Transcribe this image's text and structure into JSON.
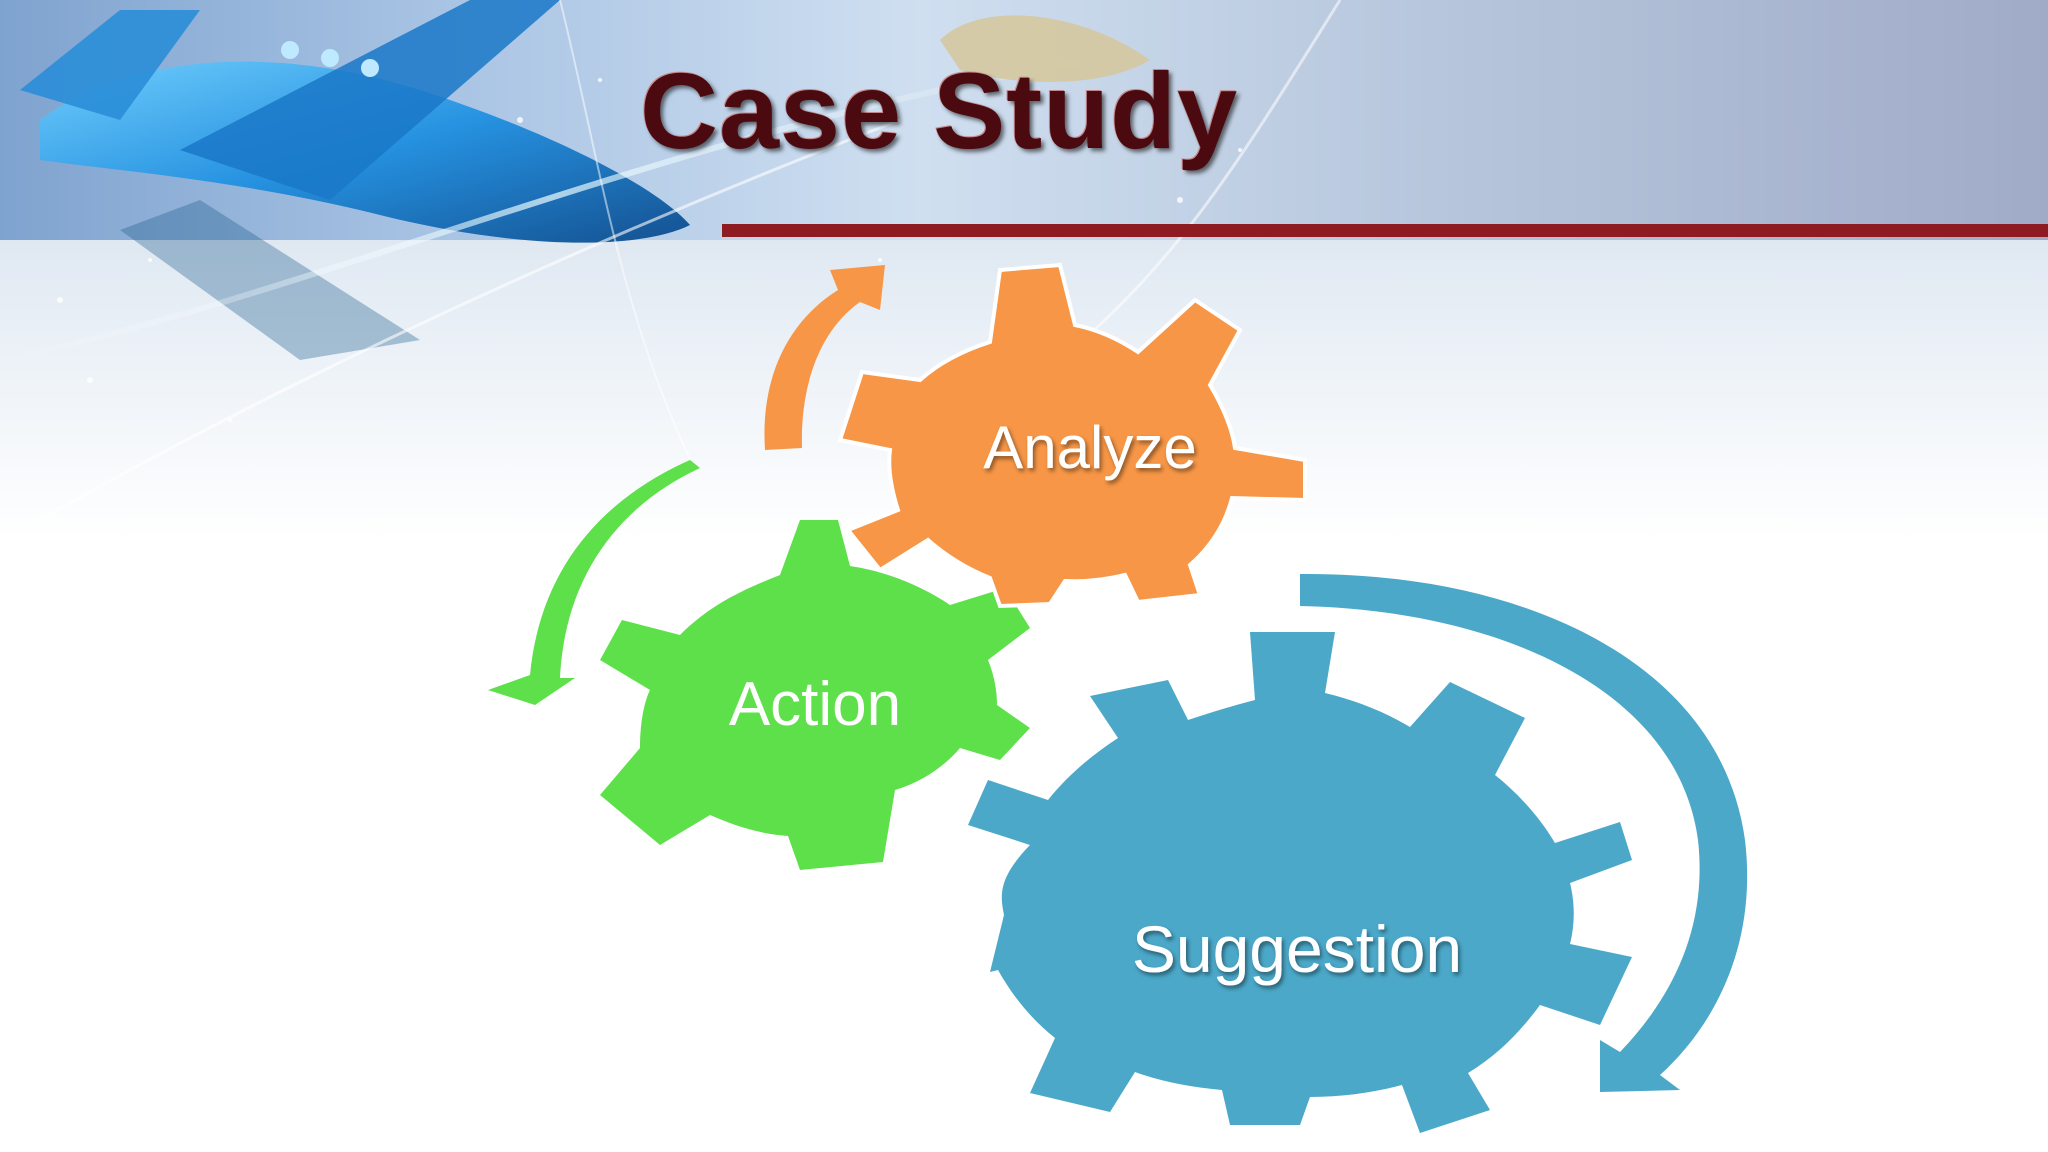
{
  "slide": {
    "title": "Case Study"
  },
  "diagram": {
    "gears": [
      {
        "id": "analyze",
        "label": "Analyze",
        "color": "#f79646"
      },
      {
        "id": "action",
        "label": "Action",
        "color": "#5ee04a"
      },
      {
        "id": "suggestion",
        "label": "Suggestion",
        "color": "#4ba8c9"
      }
    ],
    "arrows": [
      {
        "id": "analyze-arrow",
        "color": "#f79646"
      },
      {
        "id": "action-arrow",
        "color": "#5ee04a"
      },
      {
        "id": "suggestion-arrow",
        "color": "#4ba8c9"
      }
    ]
  },
  "colors": {
    "title": "#4a0a10",
    "rule": "#8e1b22"
  }
}
